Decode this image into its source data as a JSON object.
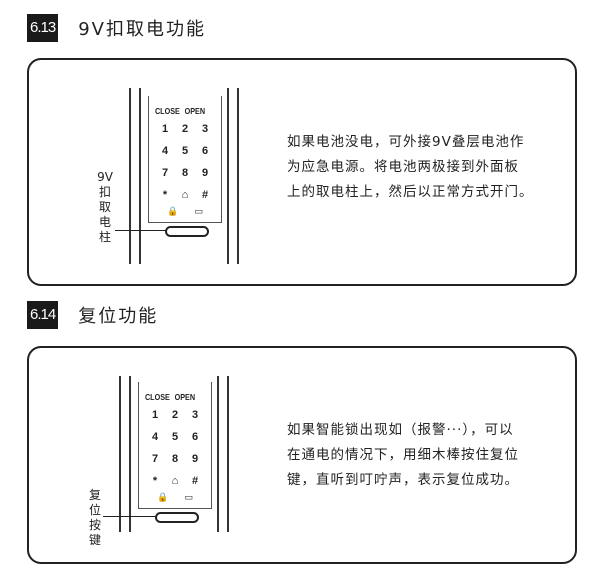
{
  "sections": [
    {
      "number": "6.13",
      "title": "9V扣取电功能",
      "label": [
        "9V",
        "扣",
        "取",
        "电",
        "柱"
      ],
      "text": [
        "如果电池没电，可外接9V叠层电池作",
        "为应急电源。将电池两极接到外面板",
        "上的取电柱上，然后以正常方式开门。"
      ]
    },
    {
      "number": "6.14",
      "title": "复位功能",
      "label": [
        "复",
        "位",
        "按",
        "键"
      ],
      "text": [
        "如果智能锁出现如（报警···），可以",
        "在通电的情况下，用细木棒按住复位",
        "键，直听到叮咛声，表示复位成功。"
      ]
    }
  ],
  "keypad": {
    "close": "CLOSE",
    "open": "OPEN",
    "keys": [
      "1",
      "2",
      "3",
      "4",
      "5",
      "6",
      "7",
      "8",
      "9",
      "*",
      "⌂",
      "#"
    ],
    "lock_icon": "🔒",
    "card_icon": "▭"
  }
}
